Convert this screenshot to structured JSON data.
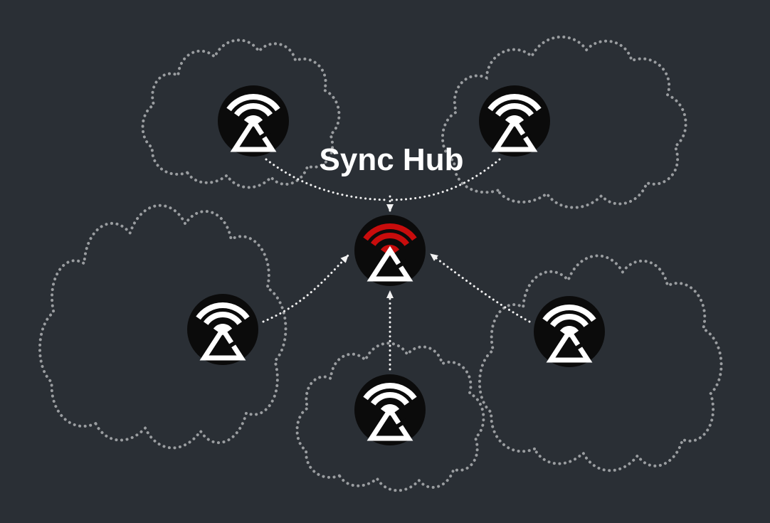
{
  "diagram": {
    "title": "Sync Hub",
    "colors": {
      "background": "#2a2f35",
      "cloud_outline": "#9a9da0",
      "arrow": "#f2f2f2",
      "node_circle": "#0b0b0b",
      "icon": "#ffffff",
      "hub_accent": "#c80c0c",
      "title_text": "#ffffff"
    },
    "hub": {
      "icon": "wifi-sync-hub-icon"
    },
    "devices": [
      {
        "id": "top-left",
        "icon": "wifi-sync-device-icon"
      },
      {
        "id": "top-right",
        "icon": "wifi-sync-device-icon"
      },
      {
        "id": "mid-left",
        "icon": "wifi-sync-device-icon"
      },
      {
        "id": "bottom-center",
        "icon": "wifi-sync-device-icon"
      },
      {
        "id": "mid-right",
        "icon": "wifi-sync-device-icon"
      }
    ]
  }
}
